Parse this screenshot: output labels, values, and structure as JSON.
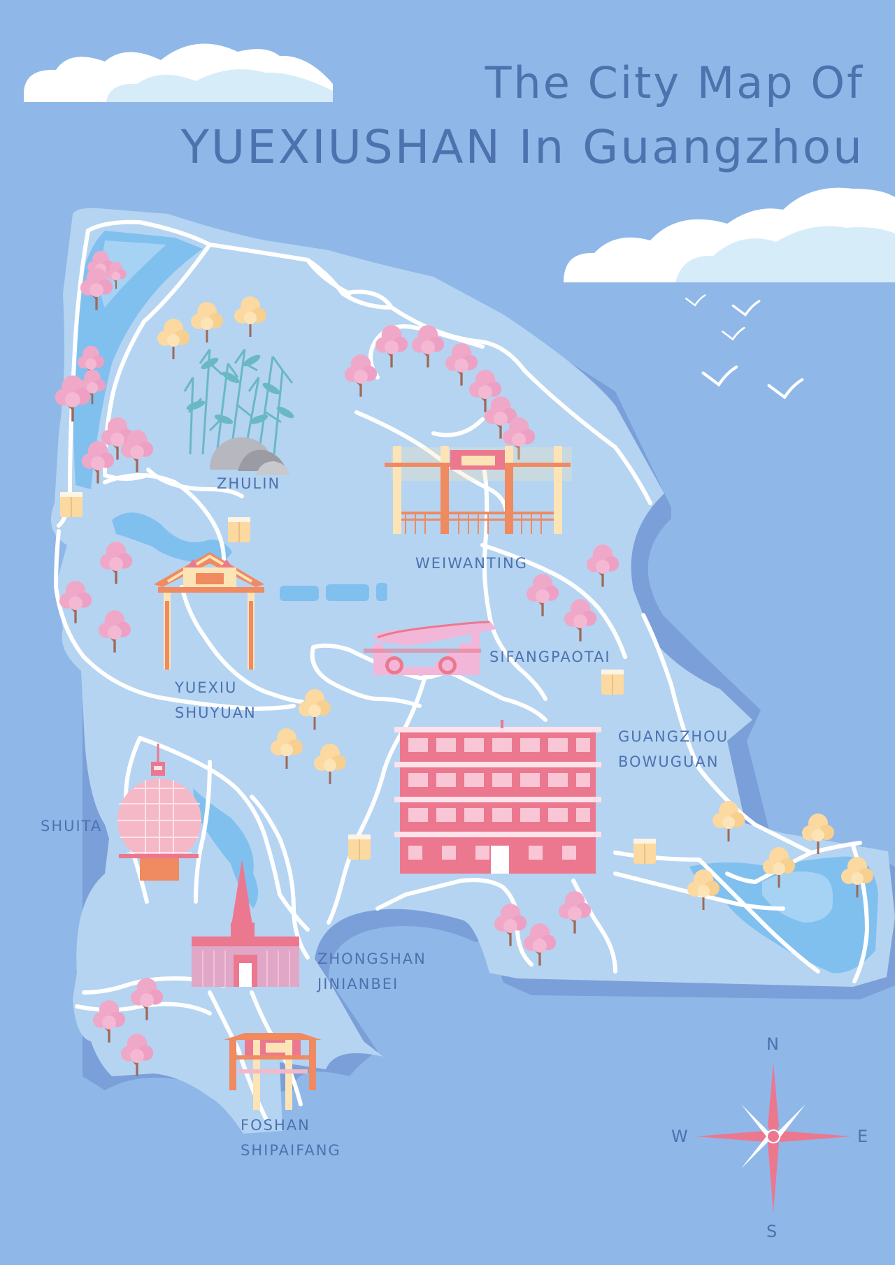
{
  "title": {
    "line1": "The City Map Of",
    "line2": "YUEXIUSHAN In Guangzhou"
  },
  "landmarks": {
    "zhulin": "ZHULIN",
    "weiwanting": "WEIWANTING",
    "sifangpaotai": "SIFANGPAOTAI",
    "yuexiu_shuyuan_1": "YUEXIU",
    "yuexiu_shuyuan_2": "SHUYUAN",
    "guangzhou_bowuguan_1": "GUANGZHOU",
    "guangzhou_bowuguan_2": "BOWUGUAN",
    "shuita": "SHUITA",
    "zhongshan_jinianbei_1": "ZHONGSHAN",
    "zhongshan_jinianbei_2": "JINIANBEI",
    "foshan_shipaifang_1": "FOSHAN",
    "foshan_shipaifang_2": "SHIPAIFANG"
  },
  "compass": {
    "north": "N",
    "south": "S",
    "east": "E",
    "west": "W"
  },
  "colors": {
    "sea": "#8fb8e8",
    "land": "#b4d4f2",
    "land_shadow": "#7b9fd8",
    "road": "#ffffff",
    "water": "#80c0ef",
    "text": "#4d72ae",
    "building_pink": "#ec7890",
    "building_orange": "#f08a60",
    "blossom": "#f0a8c8",
    "tree_yellow": "#fbd9a0"
  },
  "icons": [
    "cloud-icon",
    "bird-icon",
    "cherry-tree-icon",
    "autumn-tree-icon",
    "bamboo-icon",
    "rock-icon",
    "bench-icon",
    "compass-rose-icon"
  ]
}
